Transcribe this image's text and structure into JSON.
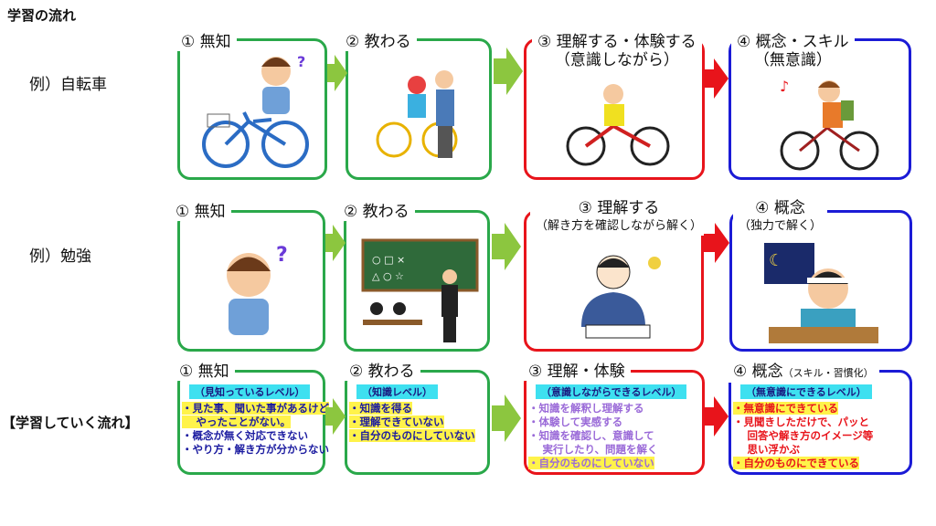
{
  "title": "学習の流れ",
  "rows": [
    {
      "label": "例）自転車",
      "steps": [
        {
          "title": "① 無知",
          "icon": "confused-boy-bicycle-icon"
        },
        {
          "title": "② 教わる",
          "icon": "teaching-bicycle-icon"
        },
        {
          "title": "③ 理解する・体験する",
          "sub": "（意識しながら）",
          "icon": "riding-struggle-icon"
        },
        {
          "title": "④ 概念・スキル",
          "sub": "（無意識）",
          "icon": "riding-easy-icon"
        }
      ]
    },
    {
      "label": "例）勉強",
      "steps": [
        {
          "title": "① 無知",
          "icon": "confused-boy-icon"
        },
        {
          "title": "② 教わる",
          "icon": "classroom-icon"
        },
        {
          "title": "③ 理解する",
          "sub": "（解き方を確認しながら解く）",
          "icon": "student-idea-icon"
        },
        {
          "title": "④ 概念",
          "sub": "（独力で解く）",
          "icon": "studying-night-icon"
        }
      ]
    }
  ],
  "flow": {
    "label": "【学習していく流れ】",
    "steps": [
      {
        "title": "① 無知",
        "level": "（見知っているレベル）",
        "items": [
          "・見た事、聞いた事があるけど",
          "　 やったことがない。",
          "・概念が無く対応できない",
          "・やり方・解き方が分からない"
        ]
      },
      {
        "title": "② 教わる",
        "level": "（知識レベル）",
        "items": [
          "・知識を得る",
          "・理解できていない",
          "・自分のものにしていない"
        ]
      },
      {
        "title": "③ 理解・体験",
        "level": "（意識しながらできるレベル）",
        "items": [
          "・知識を解釈し理解する",
          "・体験して実感する",
          "・知識を確認し、意識して",
          "　 実行したり、問題を解く",
          "・自分のものにしていない"
        ]
      },
      {
        "title": "④ 概念",
        "title_note": "（スキル・習慣化）",
        "level": "（無意識にできるレベル）",
        "items": [
          "・無意識にできている",
          "・見聞きしただけで、パッと",
          "　 回答や解き方のイメージ等",
          "　 思い浮かぶ",
          "・自分のものにできている"
        ]
      }
    ]
  },
  "colors": {
    "green": "#2aa84a",
    "red": "#e8141b",
    "blue": "#1b1bd6",
    "arrow_green": "#8cc63f"
  }
}
